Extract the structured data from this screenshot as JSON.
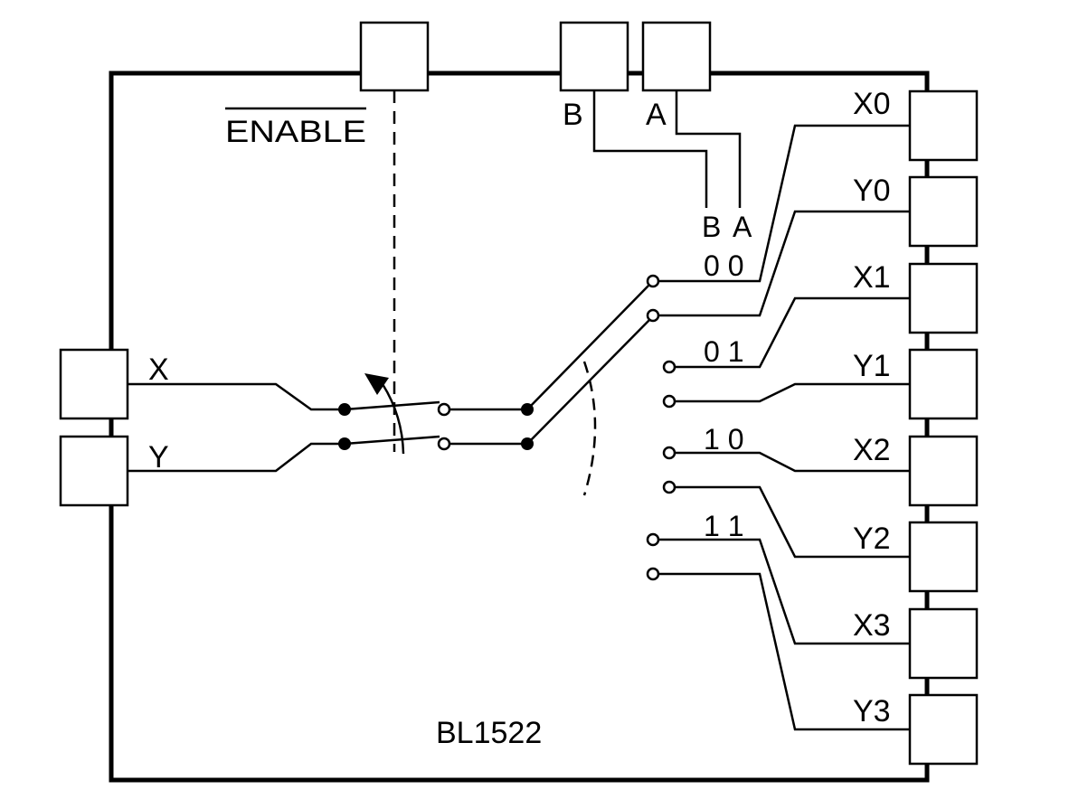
{
  "chip": {
    "name": "BL1522"
  },
  "top_pins": {
    "enable": "ENABLE",
    "b": "B",
    "a": "A"
  },
  "left_pins": {
    "x": "X",
    "y": "Y"
  },
  "right_pins": [
    "X0",
    "Y0",
    "X1",
    "Y1",
    "X2",
    "Y2",
    "X3",
    "Y3"
  ],
  "selector": {
    "b": "B",
    "a": "A",
    "codes": [
      "0 0",
      "0 1",
      "1 0",
      "1 1"
    ]
  }
}
